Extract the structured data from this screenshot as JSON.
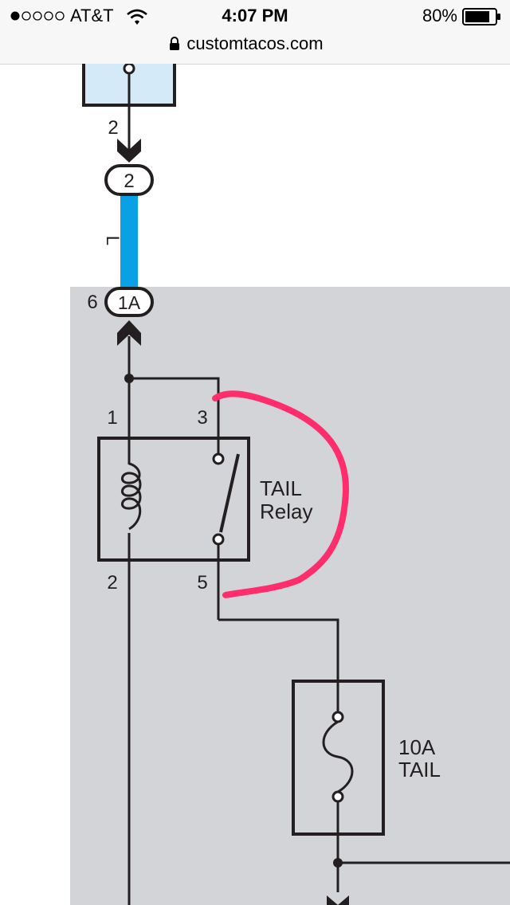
{
  "status_bar": {
    "carrier": "AT&T",
    "time": "4:07 PM",
    "battery": "80%",
    "url": "customtacos.com"
  },
  "diagram": {
    "top_pin": "2",
    "connector_top": "2",
    "wire_color": "L",
    "pin_6": "6",
    "connector_1a": "1A",
    "relay": {
      "pin1": "1",
      "pin3": "3",
      "pin2": "2",
      "pin5": "5",
      "label_line1": "TAIL",
      "label_line2": "Relay"
    },
    "fuse": {
      "label_line1": "10A",
      "label_line2": "TAIL"
    }
  },
  "colors": {
    "wire_blue": "#0aa0e6",
    "annotation_pink": "#ff2d6b",
    "panel_gray": "#d3d4d7",
    "component_fill": "#d4eaf9"
  }
}
